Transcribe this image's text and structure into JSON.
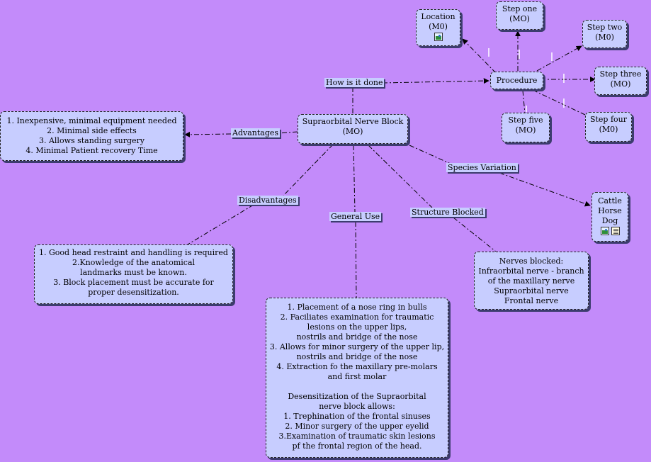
{
  "central": {
    "lines": [
      "Supraorbital Nerve Block",
      "(MO)"
    ]
  },
  "procedure": {
    "label": "Procedure"
  },
  "location": {
    "lines": [
      "Location",
      "(M0)"
    ]
  },
  "step_one": {
    "lines": [
      "Step one",
      "(MO)"
    ]
  },
  "step_two": {
    "lines": [
      "Step two",
      "(M0)"
    ]
  },
  "step_three": {
    "lines": [
      "Step three",
      "(MO)"
    ]
  },
  "step_four": {
    "lines": [
      "Step four",
      "(M0)"
    ]
  },
  "step_five": {
    "lines": [
      "Step five",
      "(MO)"
    ]
  },
  "advantages": {
    "lines": [
      "1. Inexpensive, minimal equipment needed",
      "2. Minimal side effects",
      "3. Allows standing surgery",
      "4. Minimal Patient recovery Time"
    ]
  },
  "disadvantages": {
    "lines": [
      "1. Good head restraint and handling is required",
      "2.Knowledge of the anatomical",
      "landmarks must be known.",
      "3. Block placement must be accurate for",
      "proper desensitization."
    ]
  },
  "general_use": {
    "lines": [
      "1. Placement of a nose ring in bulls",
      "2. Faciliates examination for traumatic",
      "lesions on the upper lips,",
      "nostrils and bridge of the nose",
      "3. Allows for minor surgery of the upper lip,",
      "nostrils and bridge of the nose",
      "4. Extraction fo the maxillary pre-molars",
      "and first molar",
      "",
      "Desensitization of the Supraorbital",
      "nerve block allows:",
      "1. Trephination of the frontal sinuses",
      "2. Minor surgery of the upper eyelid",
      "3.Examination of traumatic skin lesions",
      "pf the frontal region of the head."
    ]
  },
  "structure": {
    "lines": [
      "Nerves blocked:",
      "Infraorbital nerve - branch",
      "of the maxillary nerve",
      "Supraorbital nerve",
      "Frontal nerve"
    ]
  },
  "species": {
    "lines": [
      "Cattle",
      "Horse",
      "Dog"
    ]
  },
  "labels": {
    "how": "How is it done",
    "advantages": "Advantages",
    "disadvantages": "Disadvantages",
    "general_use": "General Use",
    "structure_blocked": "Structure Blocked",
    "species_variation": "Species Variation"
  },
  "colors": {
    "background": "#c38bfa",
    "node_fill": "#c7cdff",
    "shadow": "#3c3c6e"
  },
  "icons": {
    "location": [
      "image-icon"
    ],
    "species": [
      "image-icon",
      "note-icon"
    ]
  }
}
